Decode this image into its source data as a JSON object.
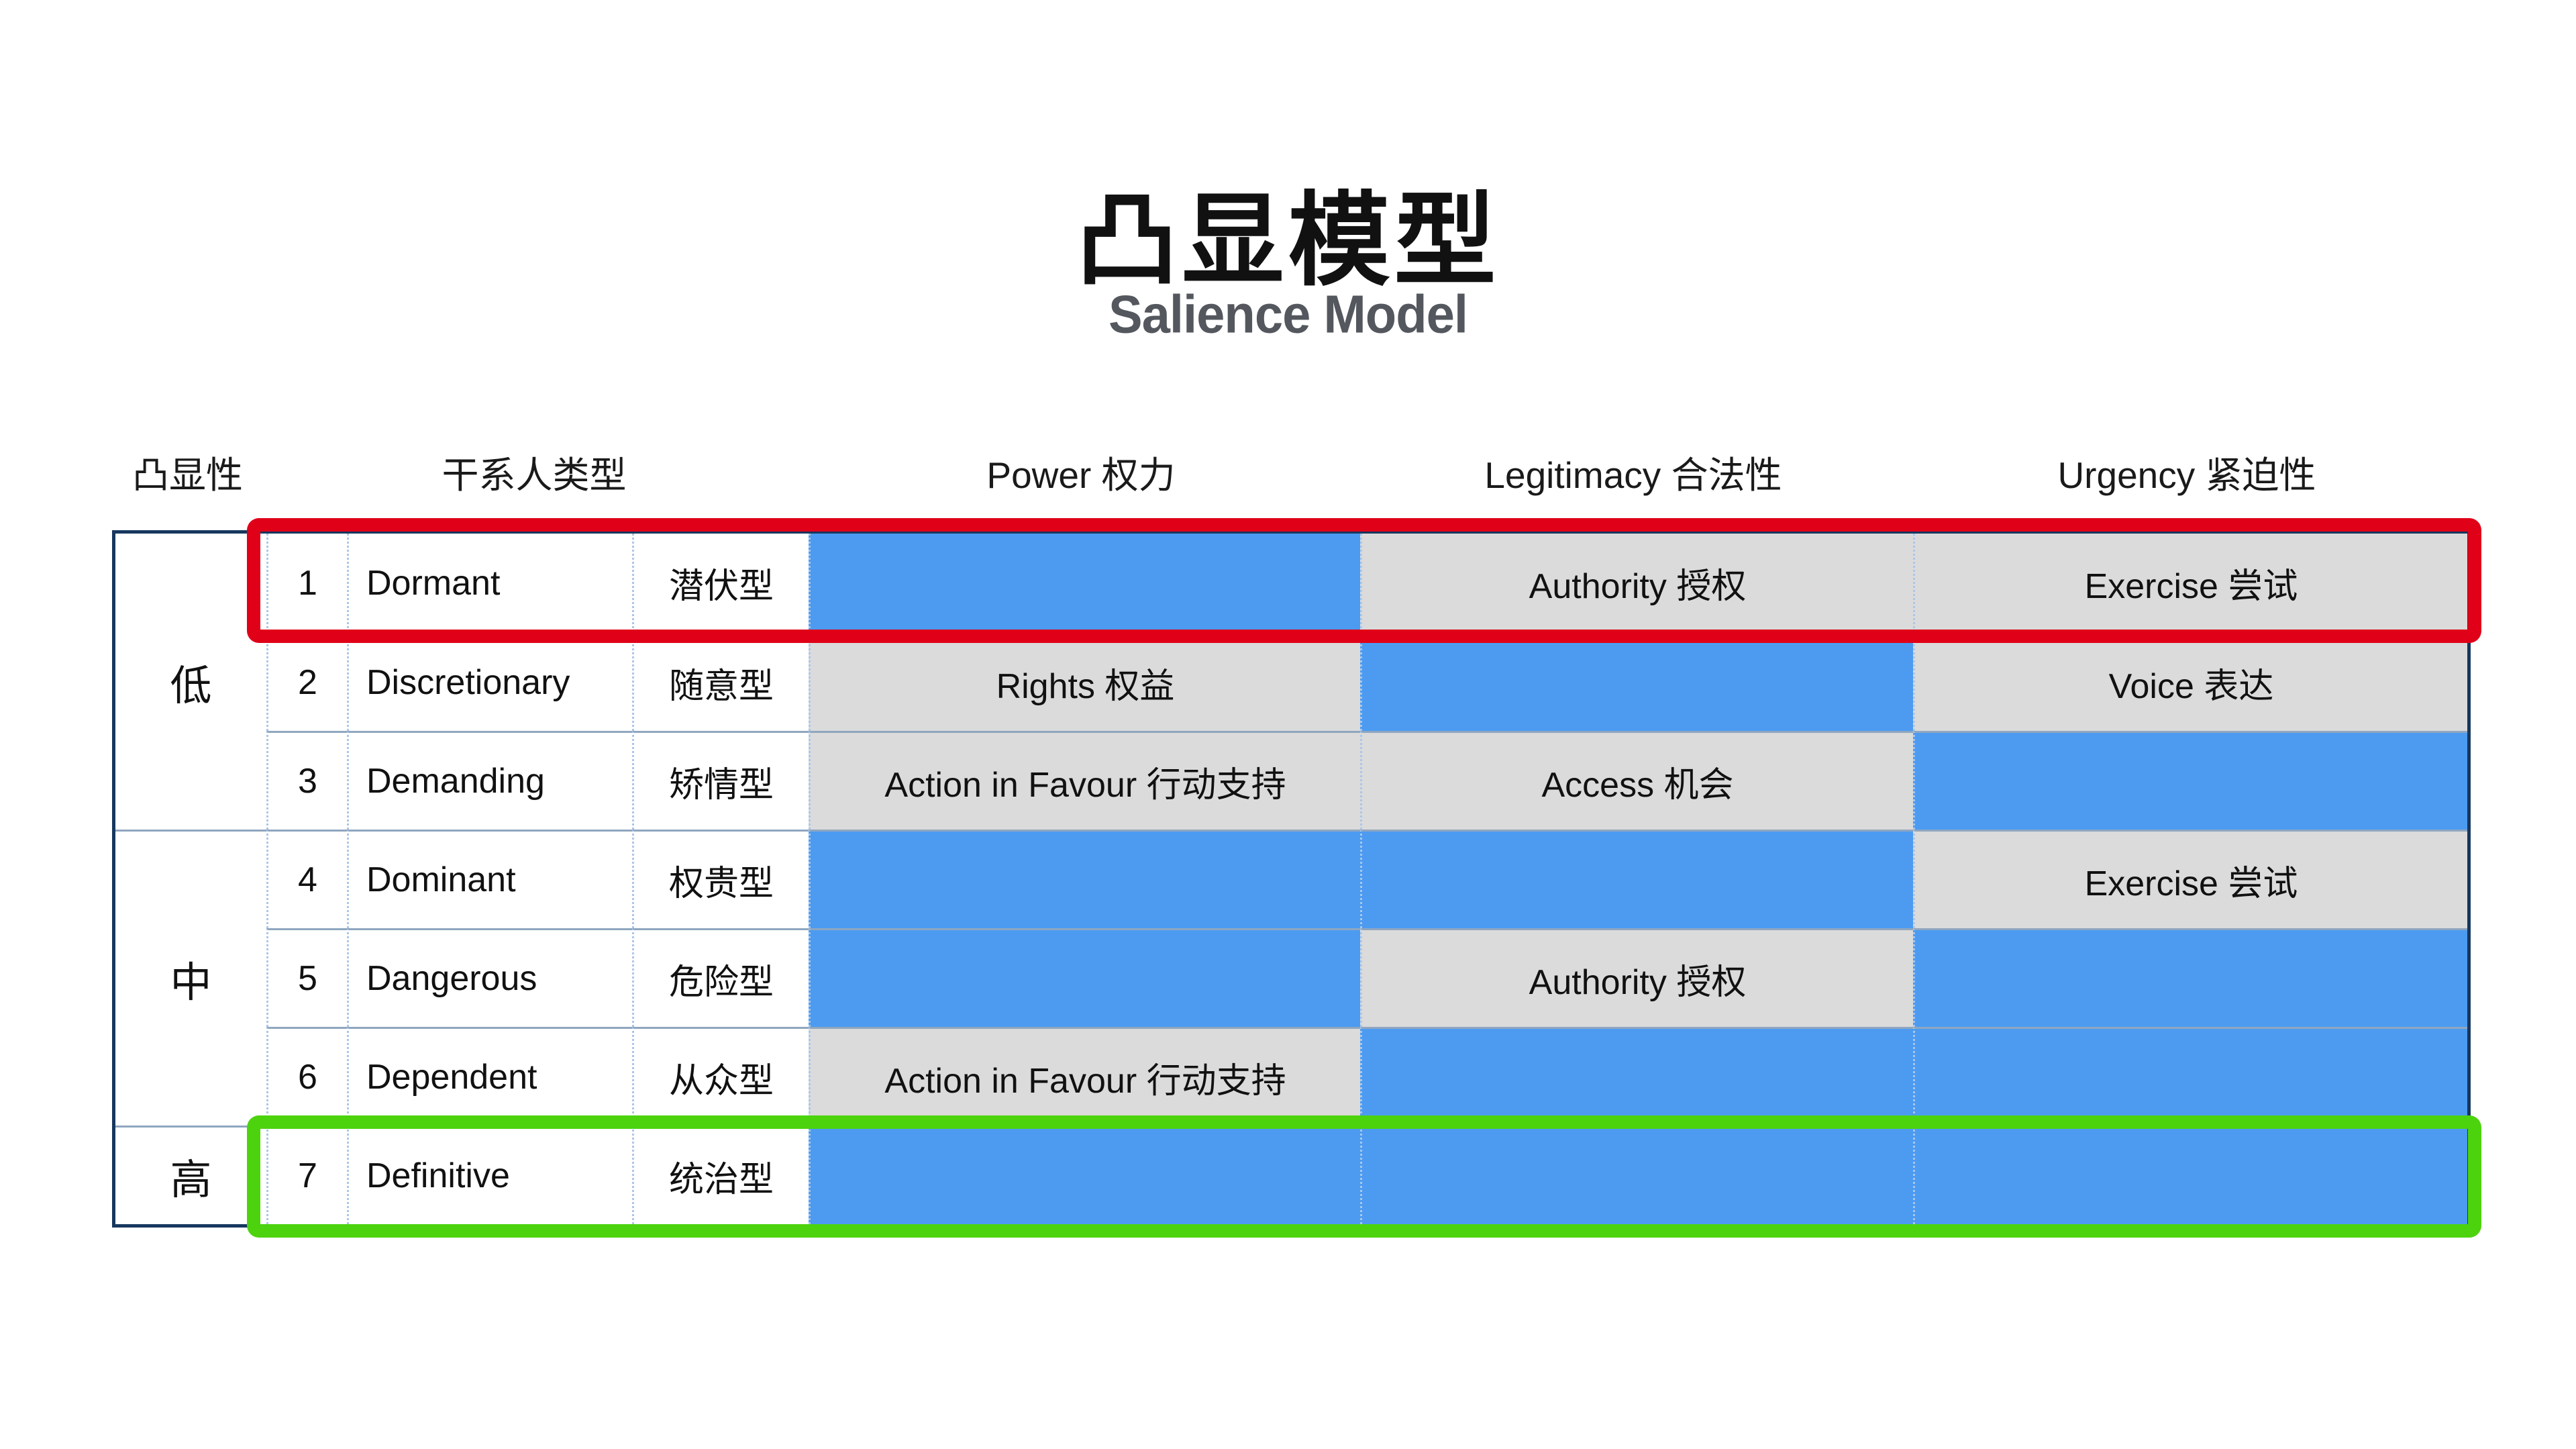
{
  "title": {
    "main_zh": "凸显模型",
    "subtitle_en": "Salience Model"
  },
  "header": {
    "salience": "凸显性",
    "stakeholder_type": "干系人类型",
    "power": "Power 权力",
    "legitimacy": "Legitimacy 合法性",
    "urgency": "Urgency 紧迫性"
  },
  "salience_levels": [
    {
      "label": "低",
      "row_span": 3
    },
    {
      "label": "中",
      "row_span": 3
    },
    {
      "label": "高",
      "row_span": 1
    }
  ],
  "rows": [
    {
      "num": "1",
      "name": "Dormant",
      "type_zh": "潜伏型",
      "power": {
        "state": "present"
      },
      "legitimacy": {
        "state": "absent",
        "label": "Authority 授权"
      },
      "urgency": {
        "state": "absent",
        "label": "Exercise 尝试"
      }
    },
    {
      "num": "2",
      "name": "Discretionary",
      "type_zh": "随意型",
      "power": {
        "state": "absent",
        "label": "Rights 权益"
      },
      "legitimacy": {
        "state": "present"
      },
      "urgency": {
        "state": "absent",
        "label": "Voice 表达"
      }
    },
    {
      "num": "3",
      "name": "Demanding",
      "type_zh": "矫情型",
      "power": {
        "state": "absent",
        "label": "Action in Favour 行动支持"
      },
      "legitimacy": {
        "state": "absent",
        "label": "Access 机会"
      },
      "urgency": {
        "state": "present"
      }
    },
    {
      "num": "4",
      "name": "Dominant",
      "type_zh": "权贵型",
      "power": {
        "state": "present"
      },
      "legitimacy": {
        "state": "present"
      },
      "urgency": {
        "state": "absent",
        "label": "Exercise 尝试"
      }
    },
    {
      "num": "5",
      "name": "Dangerous",
      "type_zh": "危险型",
      "power": {
        "state": "present"
      },
      "legitimacy": {
        "state": "absent",
        "label": "Authority 授权"
      },
      "urgency": {
        "state": "present"
      }
    },
    {
      "num": "6",
      "name": "Dependent",
      "type_zh": "从众型",
      "power": {
        "state": "absent",
        "label": "Action in Favour 行动支持"
      },
      "legitimacy": {
        "state": "present"
      },
      "urgency": {
        "state": "present"
      }
    },
    {
      "num": "7",
      "name": "Definitive",
      "type_zh": "统治型",
      "power": {
        "state": "present"
      },
      "legitimacy": {
        "state": "present"
      },
      "urgency": {
        "state": "present"
      }
    }
  ],
  "annotations": {
    "red_box": {
      "around_row": 1,
      "color": "#e00018"
    },
    "green_box": {
      "around_row": 7,
      "color": "#4cd30e"
    }
  },
  "colors": {
    "present_blue": "#4c9bf1",
    "absent_gray": "#dbdbdb",
    "table_border_navy": "#17375e",
    "grid_dotted_blue": "#a9c7e8",
    "row_line": "#8fa6bf",
    "title_black": "#111111",
    "subtitle_gray": "#54585e"
  }
}
